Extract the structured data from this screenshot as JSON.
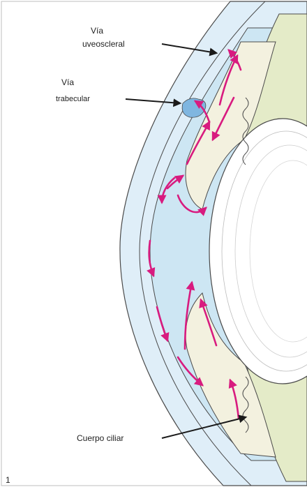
{
  "labels": {
    "uveoscleral_line1": "Vía",
    "uveoscleral_line2": "uveoscleral",
    "trabecular_line1": "Vía",
    "trabecular_line2": "trabecular",
    "ciliary_body": "Cuerpo ciliar",
    "figure_number": "1"
  },
  "colors": {
    "flow_arrow": "#d81b7f",
    "aqueous": "#cde6f3",
    "sclera": "#dfeef8",
    "iris": "#f3f1df",
    "lens_zone": "#e4ebc8",
    "outline": "#4a4a4a"
  }
}
